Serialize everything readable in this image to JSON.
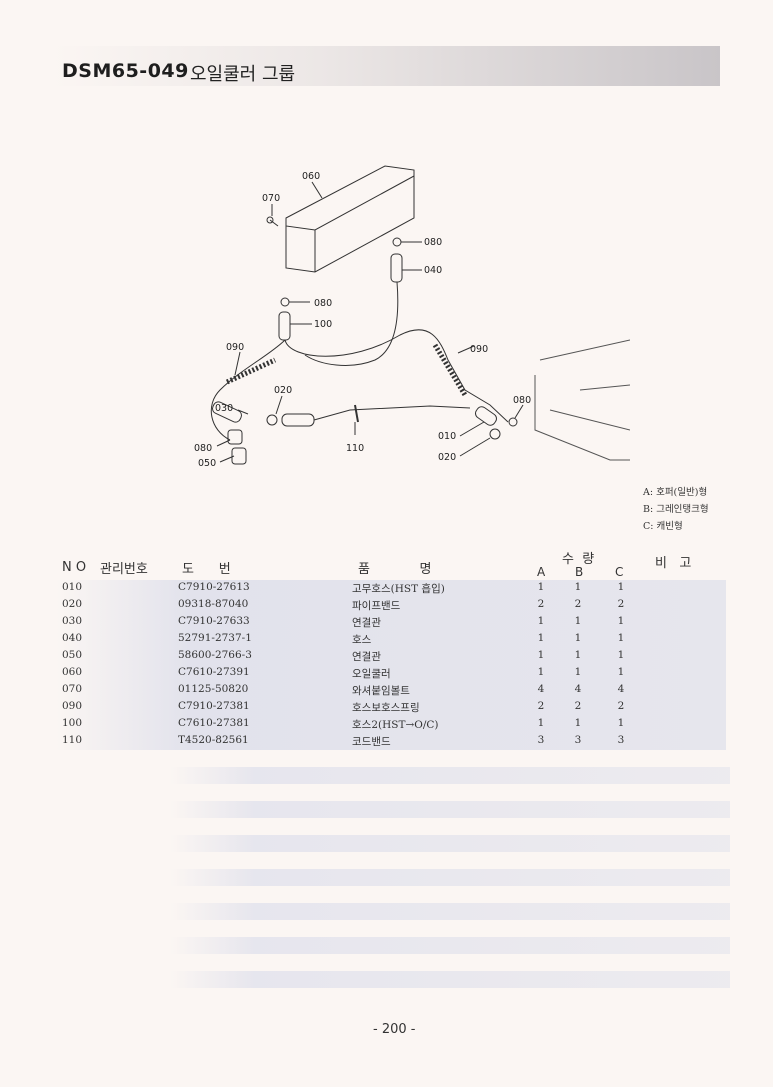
{
  "header": {
    "code": "DSM65-049",
    "title": "오일쿨러 그룹"
  },
  "diagram": {
    "callouts": [
      "060",
      "070",
      "080",
      "040",
      "080",
      "100",
      "090",
      "090",
      "020",
      "030",
      "080",
      "050",
      "110",
      "010",
      "020",
      "080"
    ]
  },
  "legend": [
    "A: 호퍼(일반)형",
    "B: 그레인탱크형",
    "C: 캐빈형"
  ],
  "table": {
    "headers": {
      "no": "N O",
      "mgmt": "관리번호",
      "drawing": "도      번",
      "name": "품            명",
      "qty": "수  량",
      "remarks": "비   고",
      "a": "A",
      "b": "B",
      "c": "C"
    },
    "rows": [
      {
        "no": "010",
        "part": "C7910-27613",
        "name": "고무호스(HST 흡입)",
        "a": "1",
        "b": "1",
        "c": "1"
      },
      {
        "no": "020",
        "part": "09318-87040",
        "name": "파이프밴드",
        "a": "2",
        "b": "2",
        "c": "2"
      },
      {
        "no": "030",
        "part": "C7910-27633",
        "name": "연결관",
        "a": "1",
        "b": "1",
        "c": "1"
      },
      {
        "no": "040",
        "part": "52791-2737-1",
        "name": "호스",
        "a": "1",
        "b": "1",
        "c": "1"
      },
      {
        "no": "050",
        "part": "58600-2766-3",
        "name": "연결관",
        "a": "1",
        "b": "1",
        "c": "1"
      },
      {
        "no": "060",
        "part": "C7610-27391",
        "name": "오일쿨러",
        "a": "1",
        "b": "1",
        "c": "1"
      },
      {
        "no": "070",
        "part": "01125-50820",
        "name": "와셔붙임볼트",
        "a": "4",
        "b": "4",
        "c": "4"
      },
      {
        "no": "090",
        "part": "C7910-27381",
        "name": "호스보호스프링",
        "a": "2",
        "b": "2",
        "c": "2"
      },
      {
        "no": "100",
        "part": "C7610-27381",
        "name": "호스2(HST→O/C)",
        "a": "1",
        "b": "1",
        "c": "1"
      },
      {
        "no": "110",
        "part": "T4520-82561",
        "name": "코드밴드",
        "a": "3",
        "b": "3",
        "c": "3"
      }
    ]
  },
  "footer": {
    "page": "- 200 -"
  }
}
